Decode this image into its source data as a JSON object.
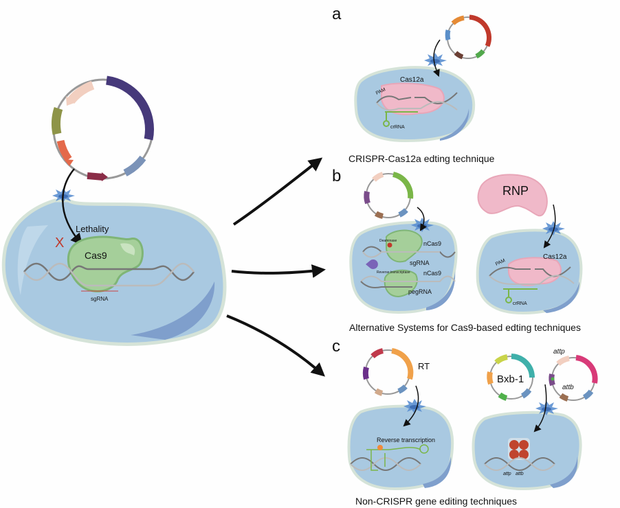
{
  "figure": {
    "panel_labels": {
      "a": "a",
      "b": "b",
      "c": "c"
    },
    "left": {
      "delivery_result": "Lethality",
      "fail_mark": "X",
      "protein": "Cas9",
      "guide": "sgRNA"
    },
    "panel_a": {
      "protein": "Cas12a",
      "pam": "PAM",
      "guide": "crRNA",
      "caption": "CRISPR-Cas12a edting technique"
    },
    "panel_b": {
      "left": {
        "enzyme": "Deaminase",
        "protein_top": "nCas9",
        "guide_top": "sgRNA",
        "enzyme2": "Reverse transcriptase",
        "protein_bottom": "nCas9",
        "guide_bottom": "pegRNA"
      },
      "right": {
        "complex": "RNP",
        "protein": "Cas12a",
        "pam": "PAM",
        "guide": "crRNA"
      },
      "caption": "Alternative Systems for Cas9-based edting techniques"
    },
    "panel_c": {
      "left": {
        "plasmid_label": "RT",
        "process": "Reverse transcription"
      },
      "right": {
        "plasmid_label": "Bxb-1",
        "site_p": "attp",
        "site_b": "attb",
        "dna_site_p": "attp",
        "dna_site_b": "attb"
      },
      "caption": "Non-CRISPR gene editing techniques"
    },
    "colors": {
      "cell_fill": "#a9c9e1",
      "cell_rim": "#d5e3d8",
      "cell_shade": "#7f9fcc",
      "cas9": "#a5cf9a",
      "cas12a": "#f0b9c9",
      "arrow": "#111111",
      "x_mark": "#c0392b"
    }
  }
}
